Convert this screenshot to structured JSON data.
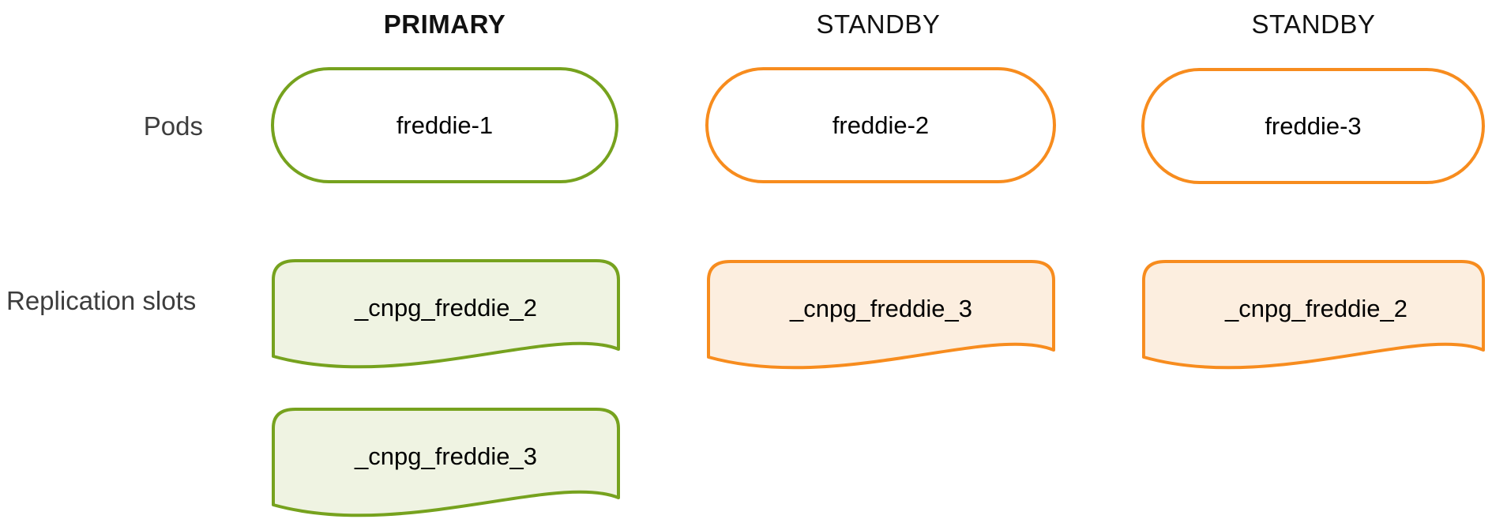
{
  "diagram": {
    "row_labels": {
      "pods": "Pods",
      "replication_slots": "Replication slots"
    },
    "columns": [
      {
        "role": "PRIMARY",
        "pod": "freddie-1",
        "slots": [
          "_cnpg_freddie_2",
          "_cnpg_freddie_3"
        ],
        "accent": "green"
      },
      {
        "role": "STANDBY",
        "pod": "freddie-2",
        "slots": [
          "_cnpg_freddie_3"
        ],
        "accent": "orange"
      },
      {
        "role": "STANDBY",
        "pod": "freddie-3",
        "slots": [
          "_cnpg_freddie_2"
        ],
        "accent": "orange"
      }
    ],
    "colors": {
      "green_stroke": "#76A21E",
      "green_fill": "#EFF3E2",
      "orange_stroke": "#F78C1E",
      "orange_fill": "#FCEEDF",
      "row_label_text": "#3D3D3D",
      "node_text": "#000000",
      "header_text": "#111111",
      "background": "#FFFFFF"
    }
  }
}
